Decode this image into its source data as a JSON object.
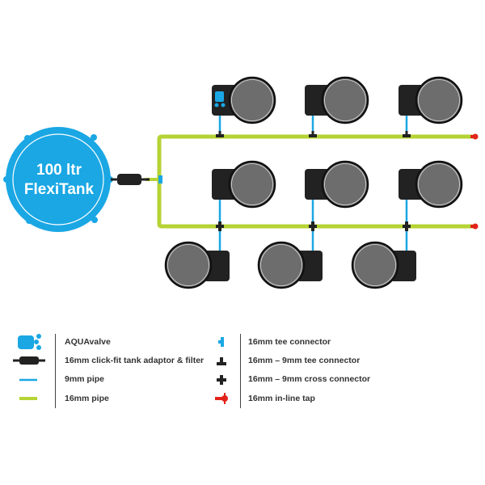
{
  "tank": {
    "line1": "100 ltr",
    "line2": "FlexiTank"
  },
  "colors": {
    "tank": "#1aa7e4",
    "pipe16": "#b5d334",
    "pipe9": "#1aa7e4",
    "tap": "#e2231a",
    "pot": "#6d6d6d",
    "reservoir": "#222222"
  },
  "legend_left": [
    {
      "icon": "aquavalve-icon",
      "label": "AQUAvalve"
    },
    {
      "icon": "tank-adaptor-filter-icon",
      "label": "16mm click-fit tank adaptor & filter"
    },
    {
      "icon": "9mm-pipe-icon",
      "label": "9mm pipe"
    },
    {
      "icon": "16mm-pipe-icon",
      "label": "16mm pipe"
    }
  ],
  "legend_right": [
    {
      "icon": "tee-connector-icon",
      "label": "16mm tee connector"
    },
    {
      "icon": "reducing-tee-icon",
      "label": "16mm – 9mm tee connector"
    },
    {
      "icon": "cross-connector-icon",
      "label": "16mm – 9mm cross connector"
    },
    {
      "icon": "inline-tap-icon",
      "label": "16mm in-line tap"
    }
  ]
}
